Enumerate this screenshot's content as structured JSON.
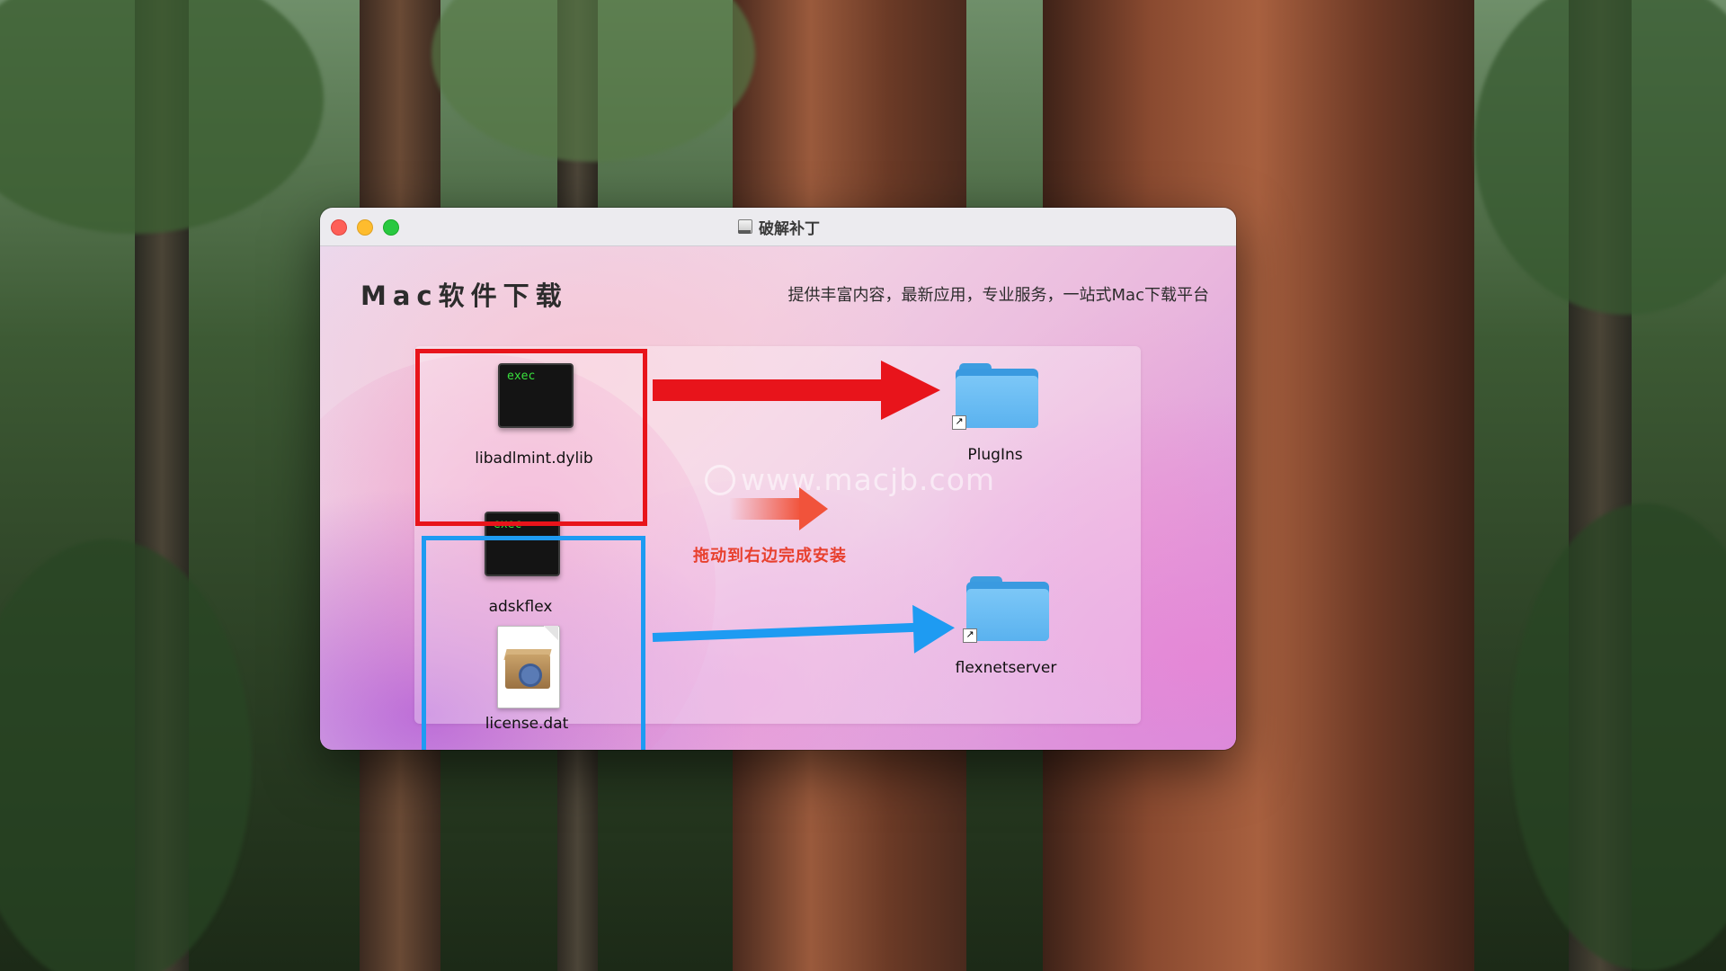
{
  "window": {
    "title": "破解补丁"
  },
  "header": {
    "brand": "Mac软件下载",
    "tagline": "提供丰富内容，最新应用，专业服务，一站式Mac下载平台"
  },
  "items": {
    "libadlmint": {
      "icon_text": "exec",
      "label": "libadlmint.dylib"
    },
    "adskflex": {
      "icon_text": "exec",
      "label": "adskflex"
    },
    "license": {
      "label": "license.dat"
    },
    "plugins": {
      "label": "PlugIns"
    },
    "flexnetserver": {
      "label": "flexnetserver"
    }
  },
  "hint": {
    "text": "拖动到右边完成安装"
  },
  "watermark": {
    "text": "www.macjb.com"
  },
  "colors": {
    "highlight_red": "#e8141b",
    "highlight_blue": "#1e9bf2",
    "hint_orange": "#e8402e",
    "folder_blue": "#5ab2ef"
  }
}
